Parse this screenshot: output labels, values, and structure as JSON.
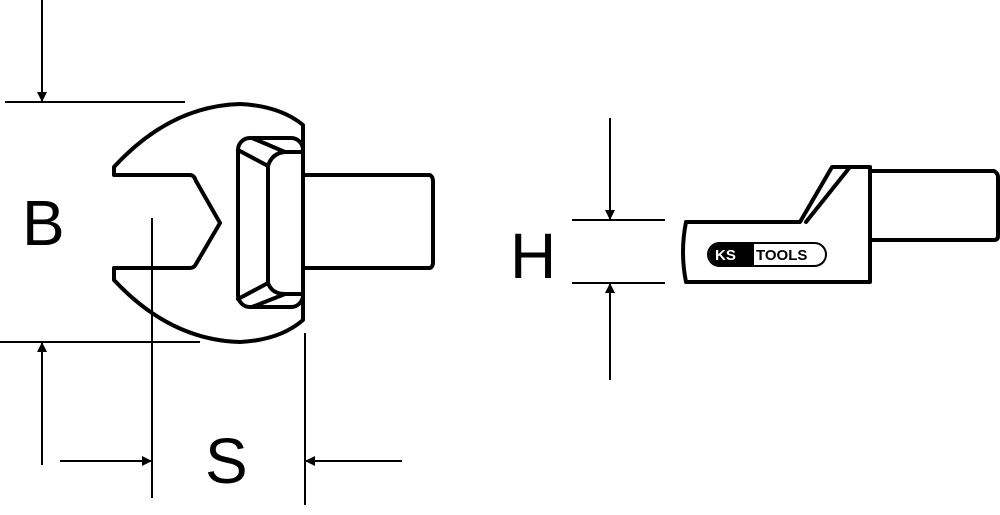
{
  "labels": {
    "width_across_flats": "B",
    "square_size": "S",
    "height": "H"
  },
  "logo": {
    "text_ks": "KS",
    "text_tools": "TOOLS"
  },
  "colors": {
    "line": "#000000",
    "background": "#ffffff"
  }
}
